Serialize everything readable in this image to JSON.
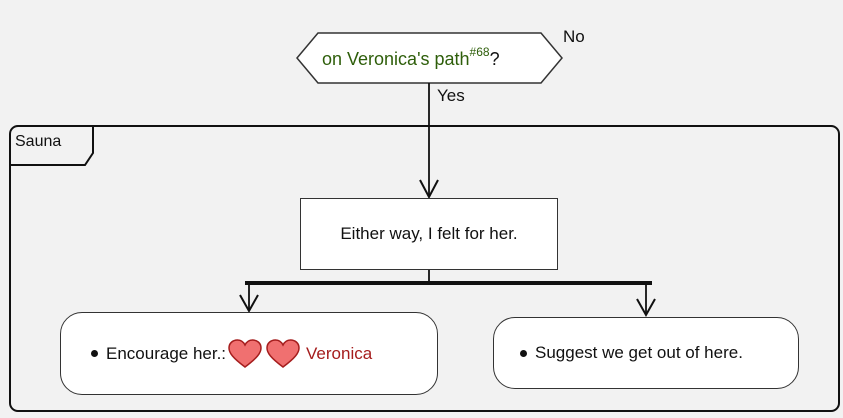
{
  "decision": {
    "condition_text": "on Veronica's path",
    "condition_ref": "#68",
    "question_mark": "?",
    "no_label": "No",
    "yes_label": "Yes"
  },
  "frame": {
    "label": "Sauna"
  },
  "activity": {
    "text": "Either way, I felt for her."
  },
  "branches": [
    {
      "text": "Encourage her.:",
      "hearts": 2,
      "hearts_icon": "heart-icon",
      "character": "Veronica"
    },
    {
      "text": "Suggest we get out of here."
    }
  ],
  "colors": {
    "background": "#f2f2f2",
    "condition_text": "#2e5e0a",
    "heart_fill": "#f07070",
    "character_name": "#a51d1d"
  }
}
